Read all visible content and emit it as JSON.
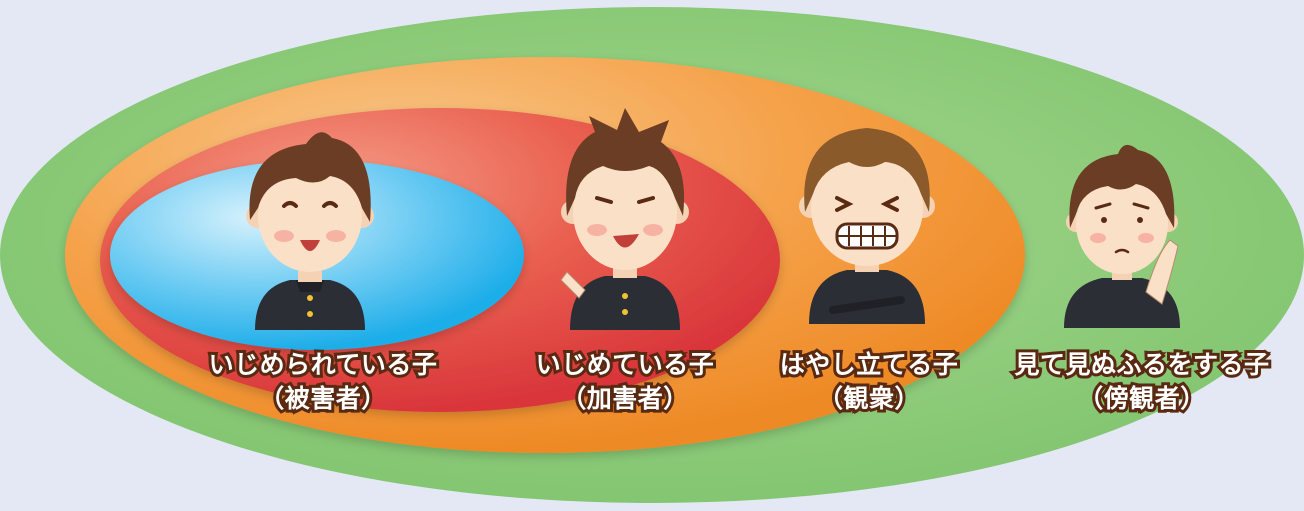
{
  "groups": [
    {
      "id": "victim",
      "label": "いじめられている子",
      "sub": "（被害者）",
      "color": "#33b6ee",
      "figure": "smiling-boy-icon"
    },
    {
      "id": "bully",
      "label": "いじめている子",
      "sub": "（加害者）",
      "color": "#e0443d",
      "figure": "pointing-grinning-boy-icon"
    },
    {
      "id": "audience",
      "label": "はやし立てる子",
      "sub": "（観衆）",
      "color": "#f39b34",
      "figure": "laughing-boy-icon"
    },
    {
      "id": "bystander",
      "label": "見て見ぬふるをする子",
      "sub": "（傍観者）",
      "color": "#7fc66f",
      "figure": "worried-boy-icon"
    }
  ]
}
